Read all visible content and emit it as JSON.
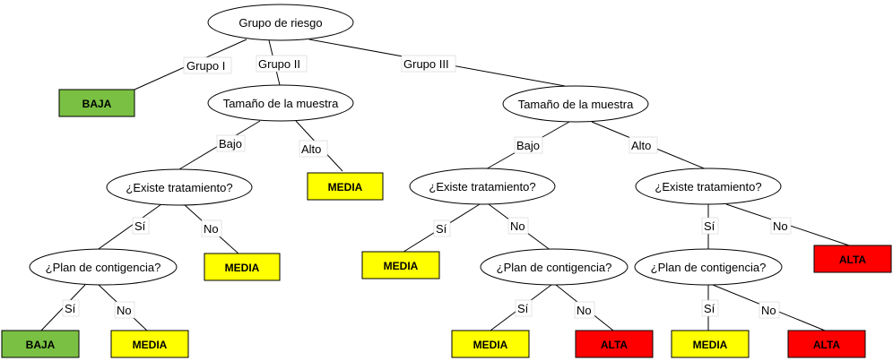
{
  "colors": {
    "baja": "#7ac143",
    "media": "#ffff00",
    "alta": "#ff0000",
    "stroke": "#000000"
  },
  "nodes": {
    "root": "Grupo de riesgo",
    "size_g2": "Tamaño de la muestra",
    "size_g3": "Tamaño de la muestra",
    "treat_g2_bajo": "¿Existe tratamiento?",
    "plan_g2": "¿Plan de contigencia?",
    "treat_g3_bajo": "¿Existe tratamiento?",
    "plan_g3_bajo": "¿Plan de contigencia?",
    "treat_g3_alto": "¿Existe tratamiento?",
    "plan_g3_alto": "¿Plan de contigencia?"
  },
  "leaves": {
    "g1": "BAJA",
    "g2_alto": "MEDIA",
    "g2_no": "MEDIA",
    "g2_si_si": "BAJA",
    "g2_si_no": "MEDIA",
    "g3_bajo_si": "MEDIA",
    "g3_bajo_no_si": "MEDIA",
    "g3_bajo_no_no": "ALTA",
    "g3_alto_no": "ALTA",
    "g3_alto_si_si": "MEDIA",
    "g3_alto_si_no": "ALTA"
  },
  "edge_labels": {
    "grupo1": "Grupo I",
    "grupo2": "Grupo II",
    "grupo3": "Grupo III",
    "g2_bajo": "Bajo",
    "g2_alto": "Alto",
    "g2_si": "Sí",
    "g2_no": "No",
    "g2_plan_si": "Sí",
    "g2_plan_no": "No",
    "g3_bajo": "Bajo",
    "g3_alto": "Alto",
    "g3_bajo_si": "Sí",
    "g3_bajo_no": "No",
    "g3_bajo_plan_si": "Sí",
    "g3_bajo_plan_no": "No",
    "g3_alto_si": "Sí",
    "g3_alto_no": "No",
    "g3_alto_plan_si": "Sí",
    "g3_alto_plan_no": "No"
  }
}
